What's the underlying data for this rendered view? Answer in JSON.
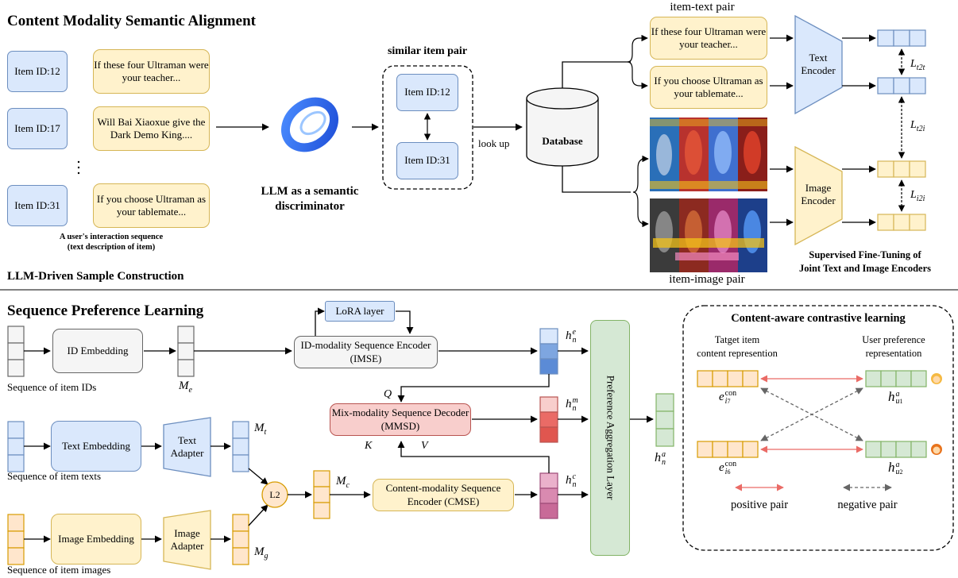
{
  "top": {
    "title": "Content Modality Semantic Alignment",
    "subtitle": "LLM-Driven Sample Construction",
    "seq_items": [
      {
        "id": "Item ID:12",
        "text": "If these four Ultraman were your teacher..."
      },
      {
        "id": "Item ID:17",
        "text": "Will Bai Xiaoxue give the Dark Demo King...."
      },
      {
        "id": "Item ID:31",
        "text": "If you choose Ultraman as your tablemate..."
      }
    ],
    "seq_caption_1": "A user's interaction sequence",
    "seq_caption_2": "(text description of item)",
    "llm_label_1": "LLM as a semantic",
    "llm_label_2": "discriminator",
    "similar_pair_title": "similar item pair",
    "similar_a": "Item ID:12",
    "similar_b": "Item ID:31",
    "look_up": "look up",
    "database": "Database",
    "item_text_pair": "item-text pair",
    "pair_text_1": "If these four Ultraman were your teacher...",
    "pair_text_2": "If you choose Ultraman as your tablemate...",
    "text_encoder": "Text Encoder",
    "image_encoder": "Image Encoder",
    "item_image_pair": "item-image pair",
    "loss_t2t": "L",
    "loss_t2t_sub": "t2t",
    "loss_t2i": "L",
    "loss_t2i_sub": "t2i",
    "loss_i2i": "L",
    "loss_i2i_sub": "i2i",
    "sft_1": "Supervised Fine-Tuning of",
    "sft_2": "Joint Text and Image Encoders"
  },
  "bottom": {
    "title": "Sequence Preference Learning",
    "lora": "LoRA layer",
    "id_embedding": "ID Embedding",
    "seq_ids": "Sequence of item IDs",
    "m_e": "M",
    "m_e_sub": "e",
    "imse": "ID-modality Sequence Encoder (IMSE)",
    "text_embedding": "Text Embedding",
    "text_adapter": "Text Adapter",
    "seq_texts": "Sequence of item texts",
    "m_t": "M",
    "m_t_sub": "t",
    "image_embedding": "Image Embedding",
    "image_adapter": "Image Adapter",
    "seq_images": "Sequence of item images",
    "m_g": "M",
    "m_g_sub": "g",
    "l2": "L2",
    "m_c": "M",
    "m_c_sub": "c",
    "cmse": "Content-modality Sequence Encoder (CMSE)",
    "mmsd": "Mix-modality Sequence Decoder (MMSD)",
    "q": "Q",
    "k": "K",
    "v": "V",
    "h_e": "h",
    "h_e_sub": "n",
    "h_e_sup": "e",
    "h_m": "h",
    "h_m_sub": "n",
    "h_m_sup": "m",
    "h_c": "h",
    "h_c_sub": "n",
    "h_c_sup": "c",
    "aggregation": "Preference Aggregation Layer",
    "h_a": "h",
    "h_a_sub": "n",
    "h_a_sup": "a"
  },
  "contrastive": {
    "title": "Content-aware contrastive learning",
    "target_label_1": "Tatget item",
    "target_label_2": "content represention",
    "user_label_1": "User preference",
    "user_label_2": "representation",
    "e1": "e",
    "e1_sub": "i",
    "e1_subsub": "7",
    "e1_sup": "con",
    "e2": "e",
    "e2_sub": "i",
    "e2_subsub": "6",
    "e2_sup": "con",
    "hu1": "h",
    "hu1_sub": "u",
    "hu1_subsub": "1",
    "hu1_sup": "a",
    "hu2": "h",
    "hu2_sub": "u",
    "hu2_subsub": "2",
    "hu2_sup": "a",
    "positive": "positive pair",
    "negative": "negative pair"
  },
  "colors": {
    "blue_fill": "#dae8fc",
    "blue_stroke": "#6c8ebf",
    "yellow_fill": "#fff2cc",
    "yellow_stroke": "#d6b656",
    "orange_fill": "#ffe6cc",
    "orange_stroke": "#d79b00",
    "gray_fill": "#f5f5f5",
    "red_fill": "#f8cecc",
    "red_stroke": "#b85450",
    "green_fill": "#d5e8d4",
    "green_stroke": "#82b366",
    "pink_fill": "#e6a6c1",
    "positive_arrow": "#ea6b66",
    "negative_arrow": "#666666",
    "llm_logo": "#2f6bf5"
  }
}
